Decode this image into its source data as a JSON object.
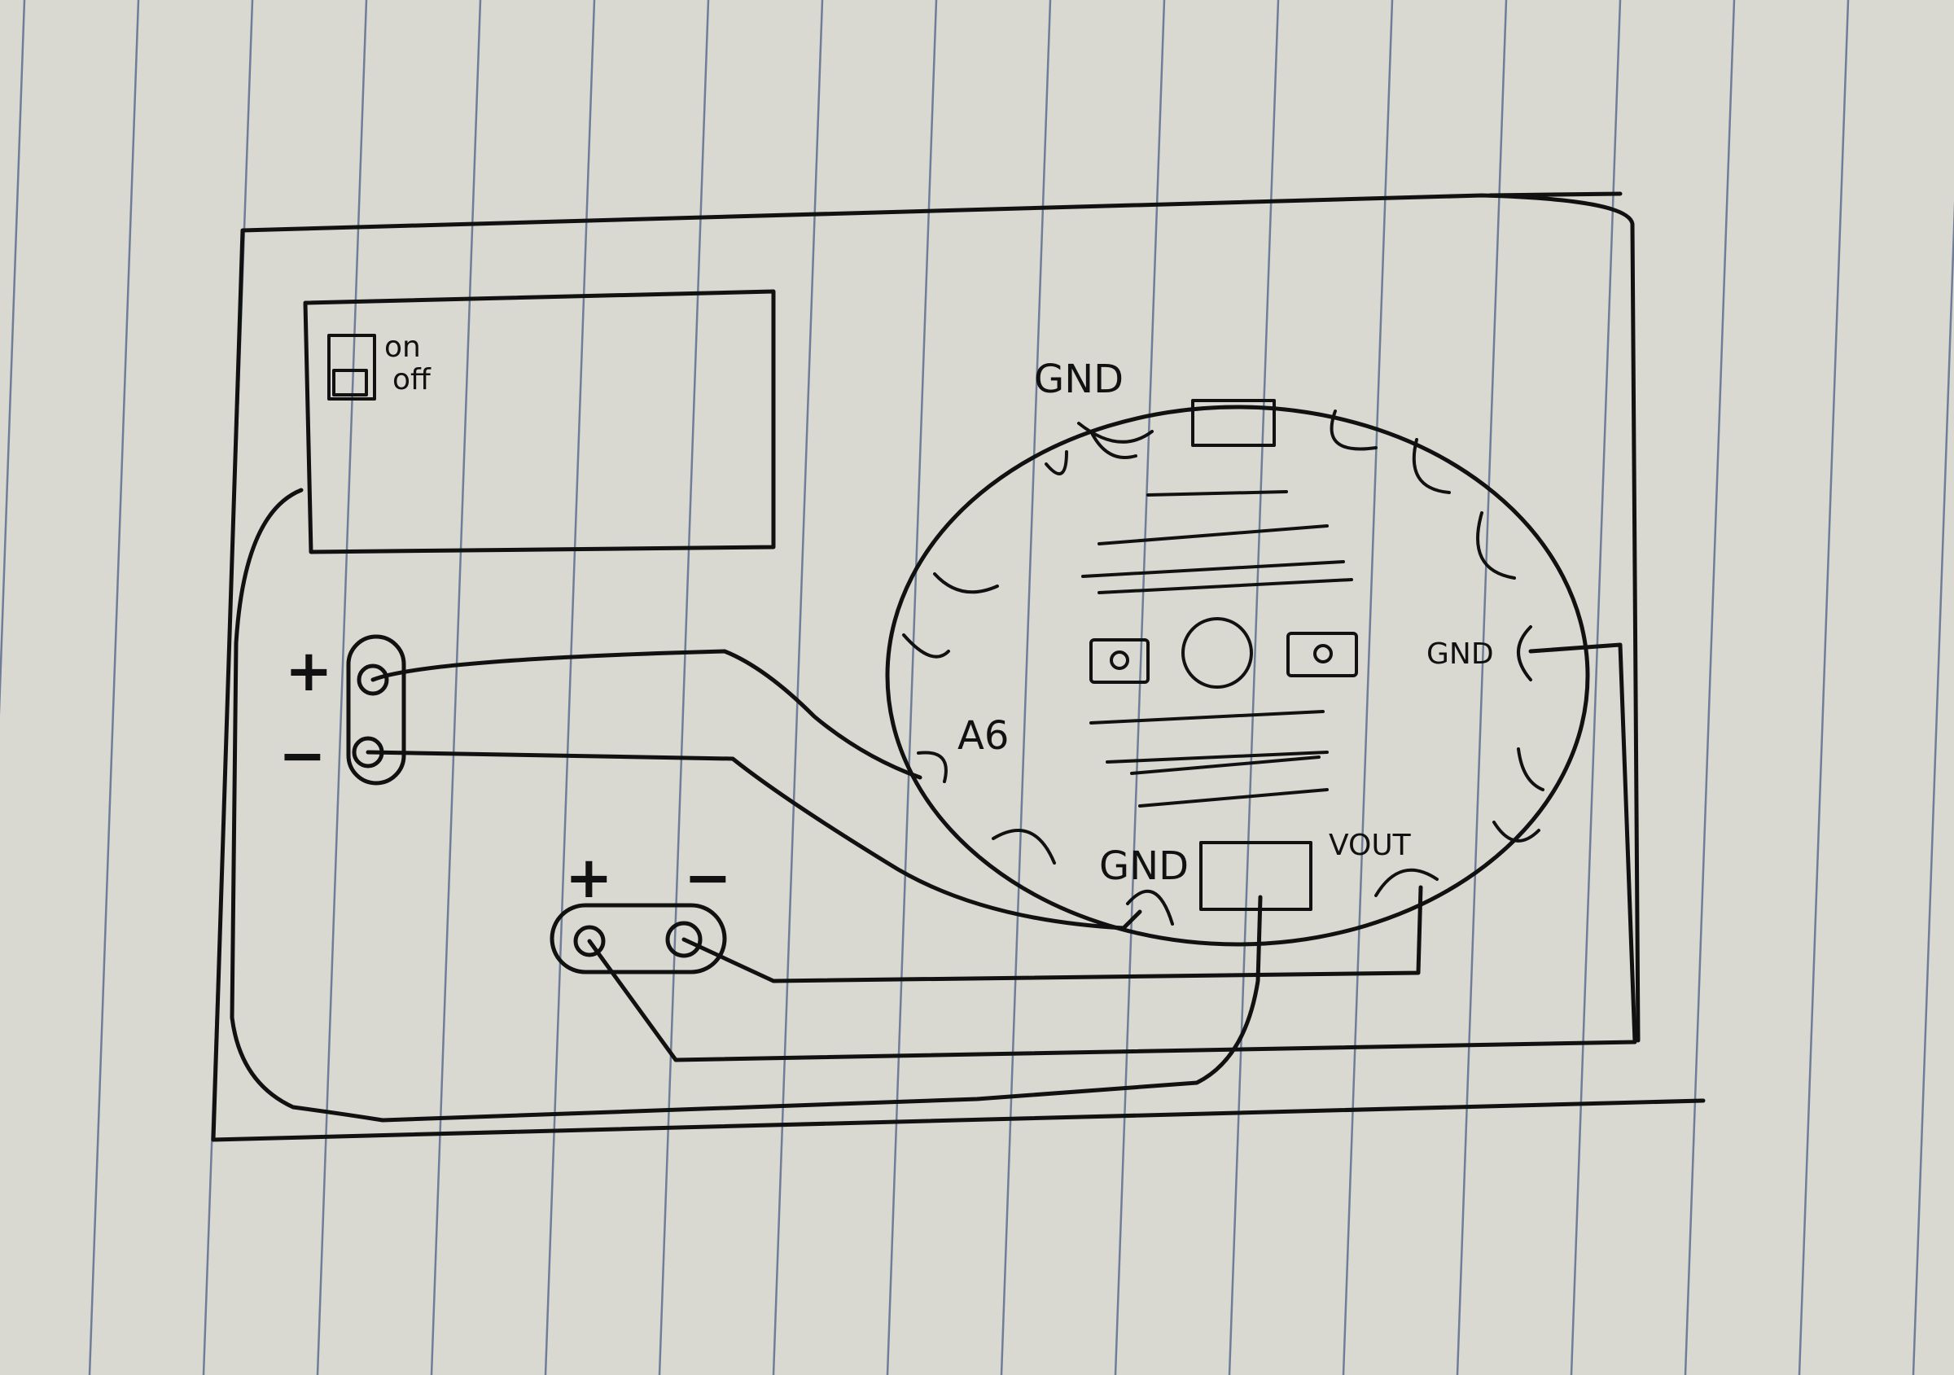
{
  "switch": {
    "on_label": "on",
    "off_label": "off"
  },
  "connector_left": {
    "plus_label": "+",
    "minus_label": "−"
  },
  "connector_bottom": {
    "plus_label": "+",
    "minus_label": "−"
  },
  "board": {
    "pad_gnd_top": "GND",
    "pad_gnd_right": "GND",
    "pad_a6": "A6",
    "pad_gnd_bottom": "GND",
    "pad_vout": "VOUT"
  },
  "colors": {
    "paper": "#d9d9d2",
    "ink": "#111111",
    "ruled_line": "#6f7d98"
  }
}
